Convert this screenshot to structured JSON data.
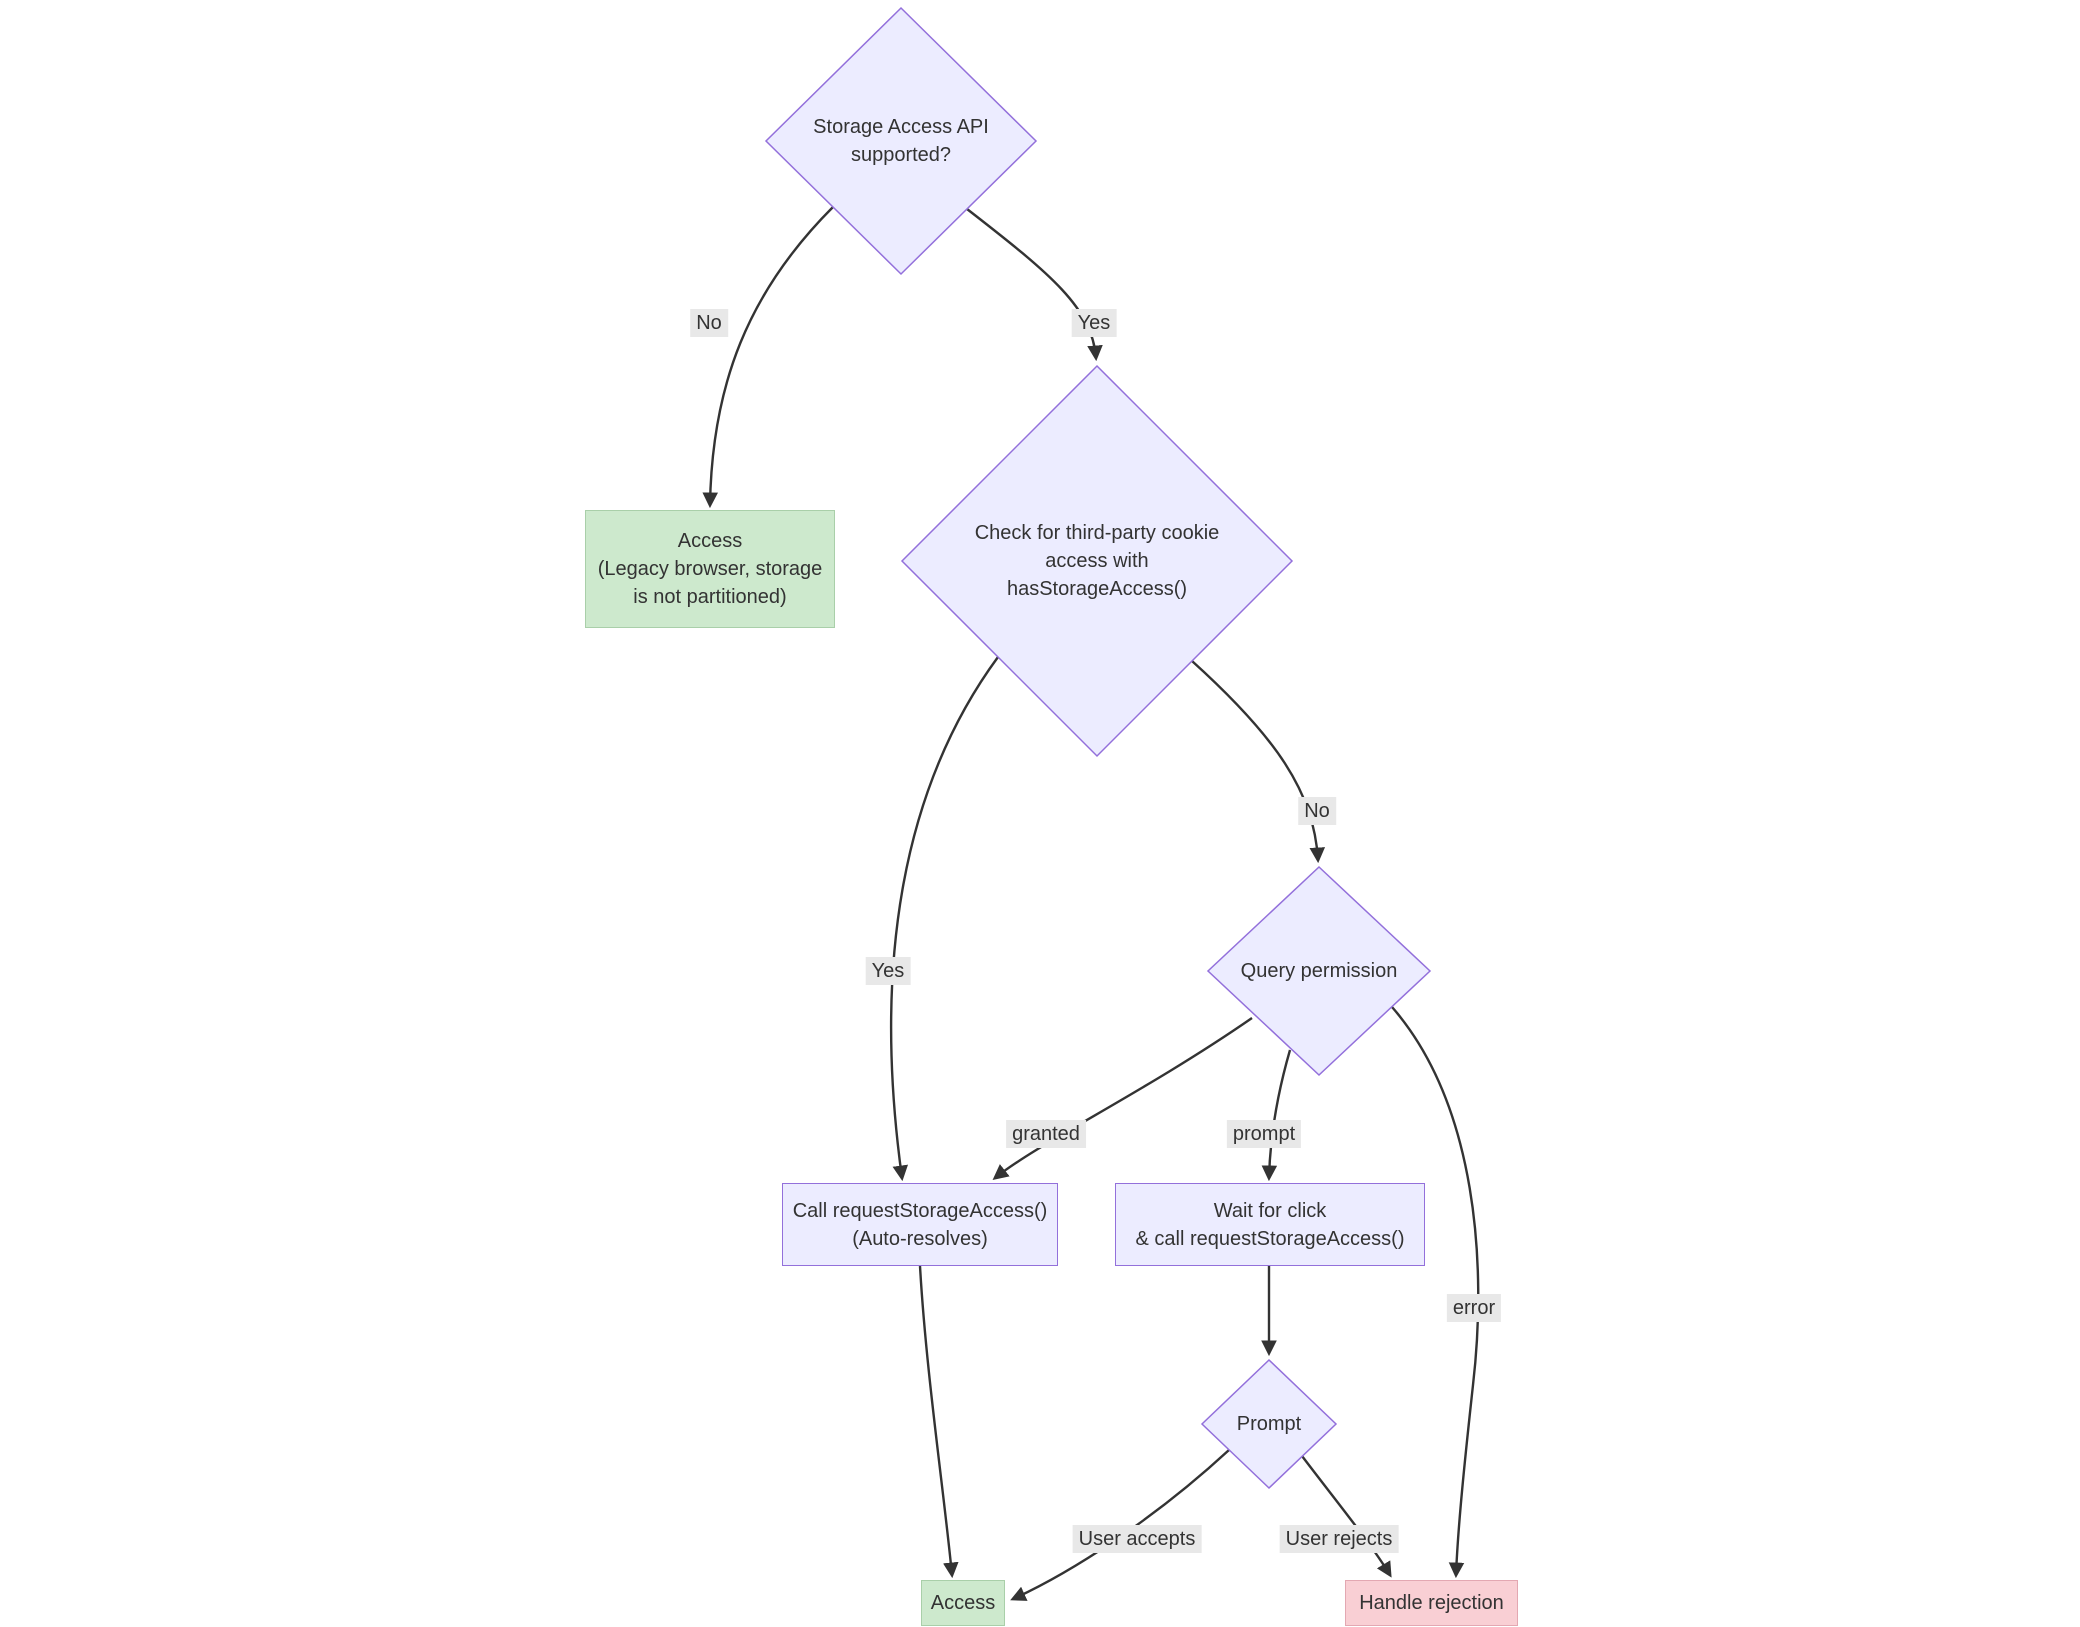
{
  "diagram": {
    "nodes": {
      "api_supported": {
        "label": "Storage Access API\nsupported?"
      },
      "access_legacy": {
        "label": "Access\n(Legacy browser, storage\nis not partitioned)"
      },
      "check_has_storage_access": {
        "label": "Check for third-party cookie\naccess with\nhasStorageAccess()"
      },
      "query_permission": {
        "label": "Query permission"
      },
      "call_request_storage_access": {
        "label": "Call requestStorageAccess()\n(Auto-resolves)"
      },
      "wait_for_click": {
        "label": "Wait for click\n& call requestStorageAccess()"
      },
      "prompt_decision": {
        "label": "Prompt"
      },
      "access": {
        "label": "Access"
      },
      "handle_rejection": {
        "label": "Handle rejection"
      }
    },
    "edges": {
      "api_no": "No",
      "api_yes": "Yes",
      "check_yes": "Yes",
      "check_no": "No",
      "granted": "granted",
      "prompt": "prompt",
      "error": "error",
      "user_accepts": "User accepts",
      "user_rejects": "User rejects"
    },
    "colors": {
      "diamond_fill": "#ECECFF",
      "diamond_border": "#9370DB",
      "rect_fill": "#ECECFF",
      "rect_border": "#9370DB",
      "green_fill": "#CDE9CD",
      "green_border": "#A9CFA9",
      "red_fill": "#F9CFD4",
      "red_border": "#E3A8B2",
      "edge": "#333333",
      "label_bg": "#E8E8E8"
    }
  }
}
